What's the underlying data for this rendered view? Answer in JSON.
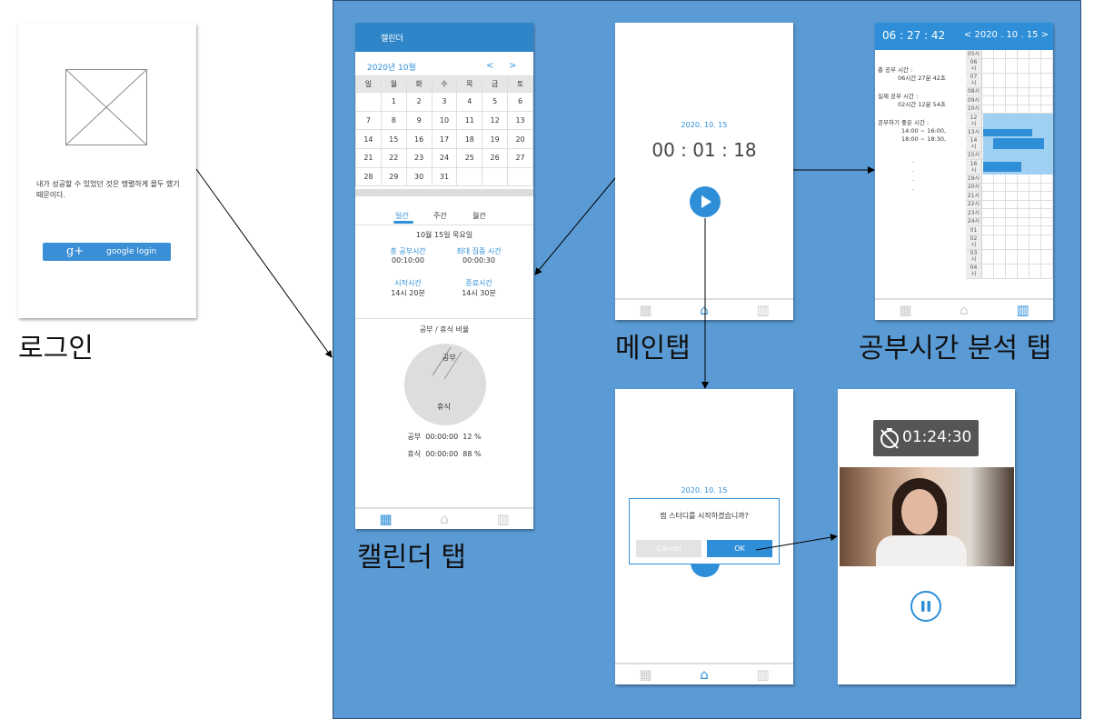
{
  "login": {
    "quote": "내가 성공할 수 있었던 것은 맹렬하게 몰두 했기 때문이다.",
    "button": "google login",
    "gplus": "g+",
    "caption": "로그인"
  },
  "calendar": {
    "header": "캘린더",
    "month": "2020년 10월",
    "prev": "<",
    "next": ">",
    "weekdays": [
      "일",
      "월",
      "화",
      "수",
      "목",
      "금",
      "토"
    ],
    "weeks": [
      [
        "",
        "1",
        "2",
        "3",
        "4",
        "5",
        "6"
      ],
      [
        "7",
        "8",
        "9",
        "10",
        "11",
        "12",
        "13"
      ],
      [
        "14",
        "15",
        "16",
        "17",
        "18",
        "19",
        "20"
      ],
      [
        "21",
        "22",
        "23",
        "24",
        "25",
        "26",
        "27"
      ],
      [
        "28",
        "29",
        "30",
        "31",
        "",
        "",
        ""
      ]
    ],
    "tabs": [
      "일간",
      "주간",
      "월간"
    ],
    "date": "10월 15일 목요일",
    "stats": [
      {
        "label": "총 공부시간",
        "value": "00:10:00"
      },
      {
        "label": "최대 집중 시간",
        "value": "00:00:30"
      },
      {
        "label": "시작시간",
        "value": "14시 20분"
      },
      {
        "label": "종료시간",
        "value": "14시 30분"
      }
    ],
    "ratio_title": "공부 / 휴식 비율",
    "pie_study": "공부",
    "pie_rest": "휴식",
    "legend": [
      "공부  00:00:00  12 %",
      "휴식  00:00:00  88 %"
    ],
    "caption": "캘린더 탭"
  },
  "main": {
    "date": "2020. 10. 15",
    "timer": "00 : 01 : 18",
    "caption": "메인탭"
  },
  "analysis": {
    "timer": "06 : 27 : 42",
    "date": "< 2020 . 10 . 15 >",
    "lines": [
      "총 공부 시간 :",
      "06시간 27분 42초",
      "실제 공부 시간 :",
      "02시간 12분 54초",
      "공부하기 좋은 시간 :",
      "14:00 ~ 16:00,",
      "18:00 ~ 18:30,"
    ],
    "hours": [
      "05시",
      "06 시",
      "07 시",
      "08시",
      "09시",
      "10시",
      "12 시",
      "13시",
      "14 시",
      "15시",
      "16 시",
      "19시",
      "20시",
      "21시",
      "22시",
      "23시",
      "24시",
      "01",
      "02 시",
      "03 시",
      "04 시"
    ],
    "caption": "공부시간 분석 탭"
  },
  "dialog": {
    "date": "2020. 10. 15",
    "message": "캠 스터디를 시작하겠습니까?",
    "cancel": "Cancel",
    "ok": "OK"
  },
  "cam": {
    "timer": "01:24:30"
  },
  "colors": {
    "panel": "#5b9bd5",
    "accent": "#2e8fd8",
    "header": "#2e86c8"
  }
}
